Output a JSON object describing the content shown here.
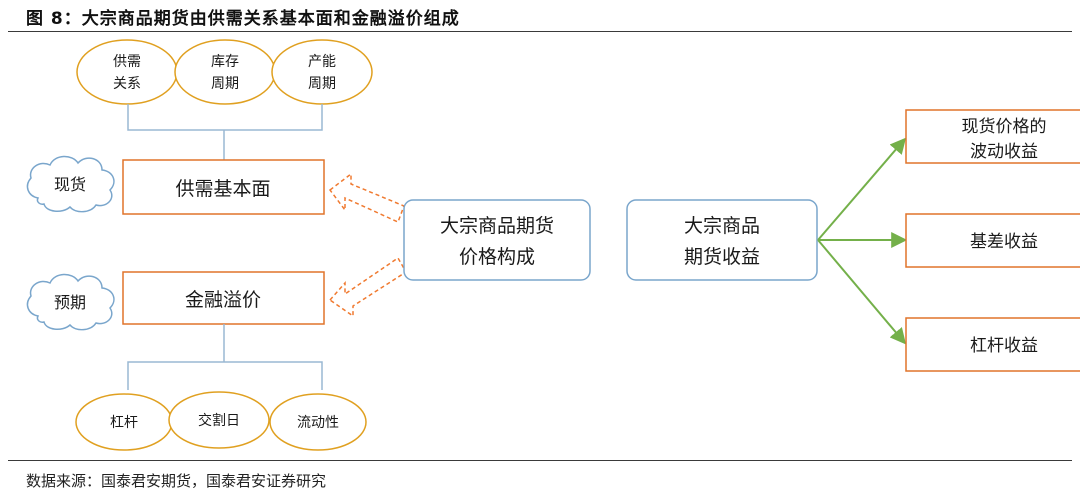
{
  "header": {
    "title": "图 8：大宗商品期货由供需关系基本面和金融溢价组成"
  },
  "footer": {
    "source": "数据来源：国泰君安期货，国泰君安证券研究"
  },
  "diagram": {
    "top_ovals": [
      {
        "line1": "供需",
        "line2": "关系"
      },
      {
        "line1": "库存",
        "line2": "周期"
      },
      {
        "line1": "产能",
        "line2": "周期"
      }
    ],
    "bottom_ovals": [
      "杠杆",
      "交割日",
      "流动性"
    ],
    "boxes": {
      "fundamental": "供需基本面",
      "premium": "金融溢价",
      "composition": {
        "line1": "大宗商品期货",
        "line2": "价格构成"
      },
      "returns": {
        "line1": "大宗商品",
        "line2": "期货收益"
      }
    },
    "clouds": {
      "spot": "现货",
      "expect": "预期"
    },
    "right_boxes": {
      "spot_return": {
        "line1": "现货价格的",
        "line2": "波动收益"
      },
      "basis": "基差收益",
      "leverage": "杠杆收益"
    },
    "colors": {
      "oval_stroke": "#e0a020",
      "box_stroke": "#e0742a",
      "blue_stroke": "#7aa6cc",
      "green_arrow": "#74b04a",
      "dashed_arrow": "#f07a30",
      "bracket": "#9ab8d4"
    }
  }
}
